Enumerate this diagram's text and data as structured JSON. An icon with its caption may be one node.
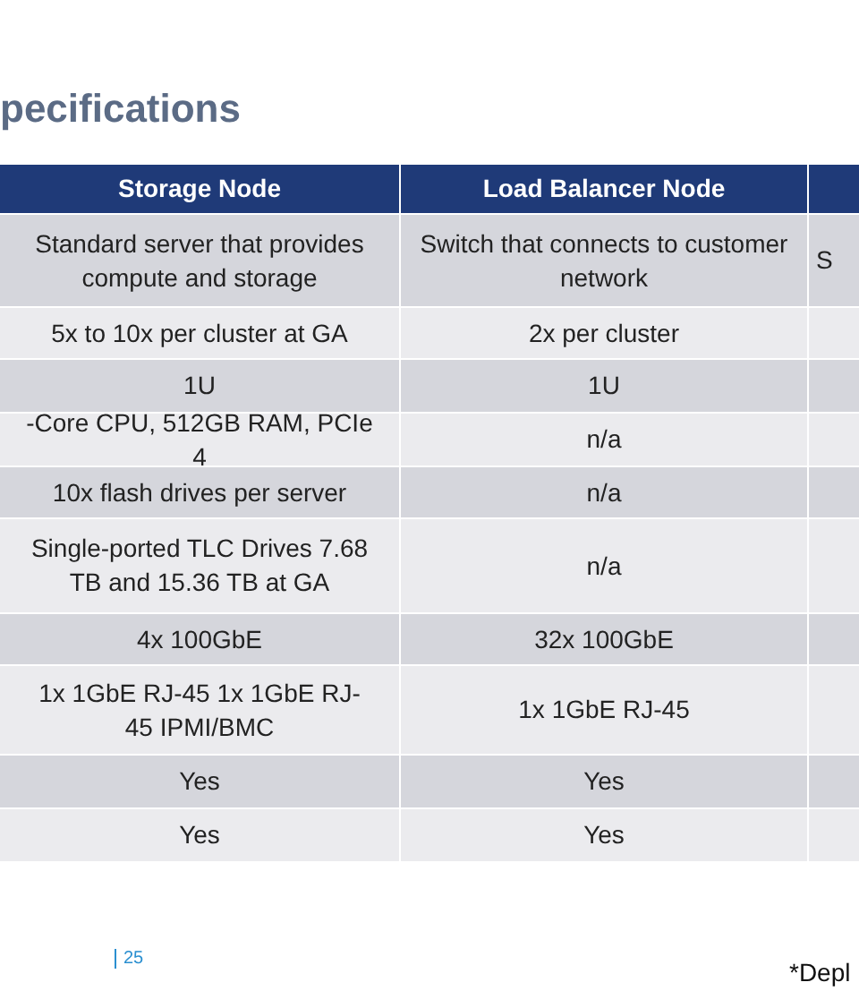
{
  "diagram": {
    "title": "pecifications",
    "labels": [
      "Storage Node",
      "Load Balancer Node",
      "Standard server that provides compute and storage",
      "Switch that connects to customer network",
      "S",
      "5x to 10x per cluster at GA",
      "2x per cluster",
      "1U",
      "1U",
      "-Core CPU, 512GB RAM, PCIe 4",
      "n/a",
      "10x flash drives per server",
      "n/a",
      "Single-ported TLC Drives 7.68 TB and 15.36 TB at GA",
      "n/a",
      "4x 100GbE",
      "32x 100GbE",
      "1x 1GbE RJ-45 1x 1GbE RJ-45 IPMI/BMC",
      "1x 1GbE RJ-45",
      "Yes",
      "Yes",
      "Yes",
      "Yes",
      "25",
      "*Depl"
    ]
  }
}
